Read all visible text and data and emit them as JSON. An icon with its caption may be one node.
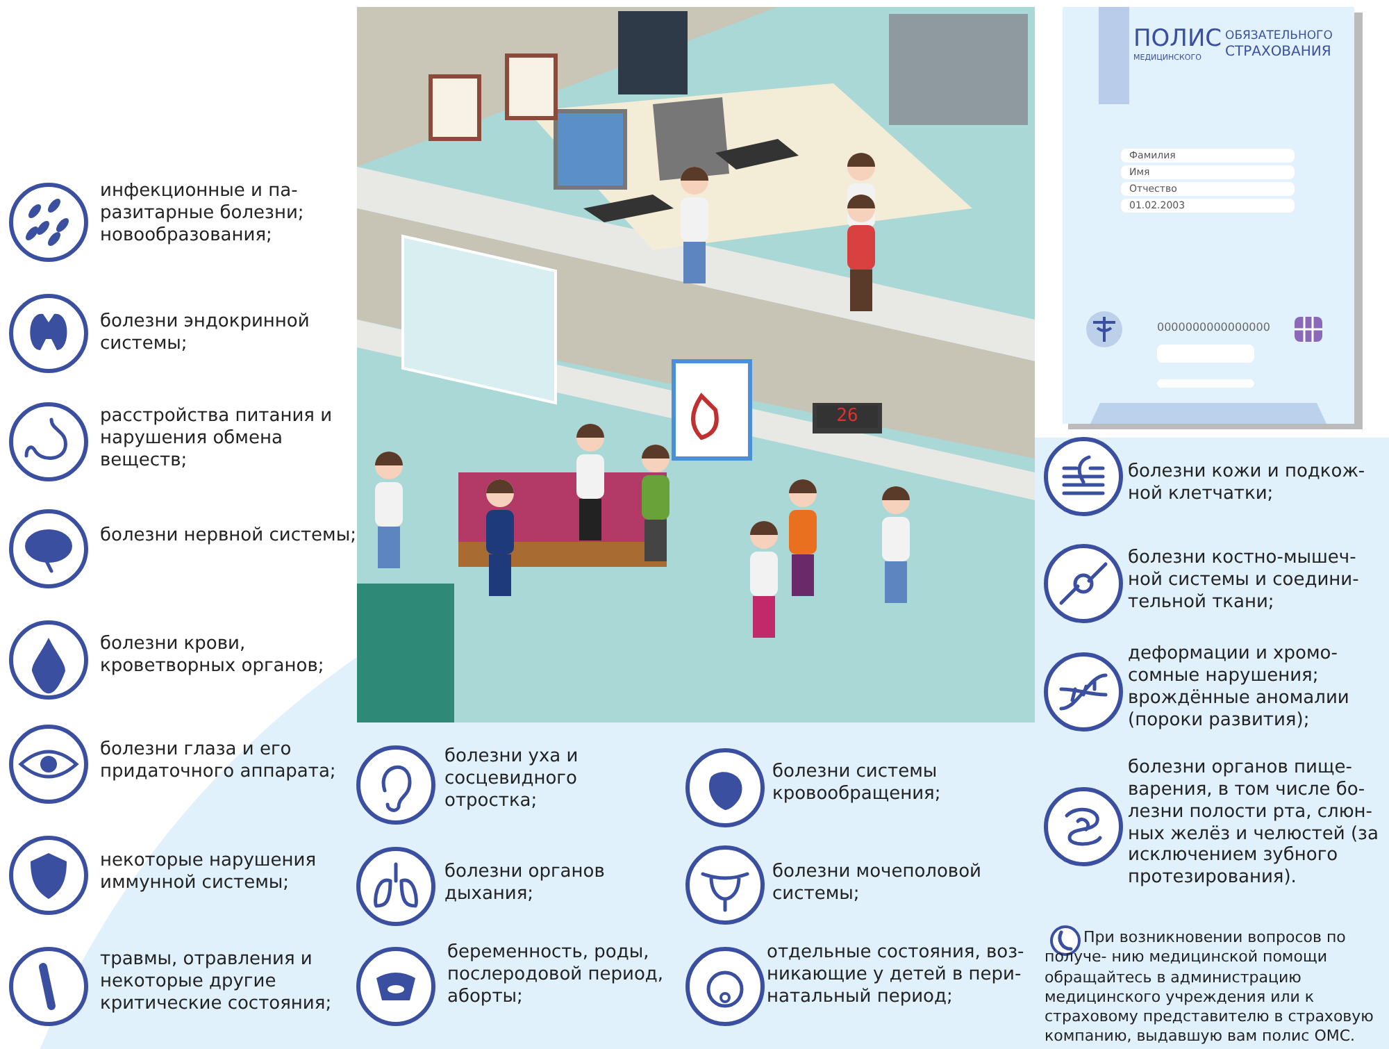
{
  "diagram": {
    "labels": [
      "инфекционные и па- разитарные болезни; новообразования;",
      "болезни эндокринной системы;",
      "расстройства питания и нарушения обмена веществ;",
      "болезни нервной системы;",
      "болезни крови, кроветворных органов;",
      "болезни глаза и его придаточного аппарата;",
      "некоторые нарушения иммунной системы;",
      "травмы, отравления и некоторые другие критические состояния;",
      "26",
      "ПОЛИС",
      "ОБЯЗАТЕЛЬНОГО",
      "МЕДИЦИНСКОГО",
      "СТРАХОВАНИЯ",
      "Фамилия",
      "Имя",
      "Отчество",
      "01.02.2003",
      "0000000000000000",
      "болезни кожи и подкож- ной клетчатки;",
      "болезни костно-мышеч- ной системы и соедини- тельной ткани;",
      "деформации и хромо- сомные нарушения; врождённые аномалии (пороки развития);",
      "болезни органов пище- варения, в том числе бо- лезни полости рта, слюн- ных желёз и челюстей (за исключением зубного протезирования).",
      "болезни уха и сосцевидного отростка;",
      "болезни системы кровообращения;",
      "болезни органов дыхания;",
      "болезни мочеполовой системы;",
      "беременность, роды, послеродовой период, аборты;",
      "отдельные состояния, воз- никающие у детей в пери- натальный период;",
      "При возникновении вопросов по получе- нию медицинской помощи обращайтесь в администрацию медицинского учреждения или к страховому представителю в страховую компанию, выдавшую вам полис ОМС."
    ]
  }
}
